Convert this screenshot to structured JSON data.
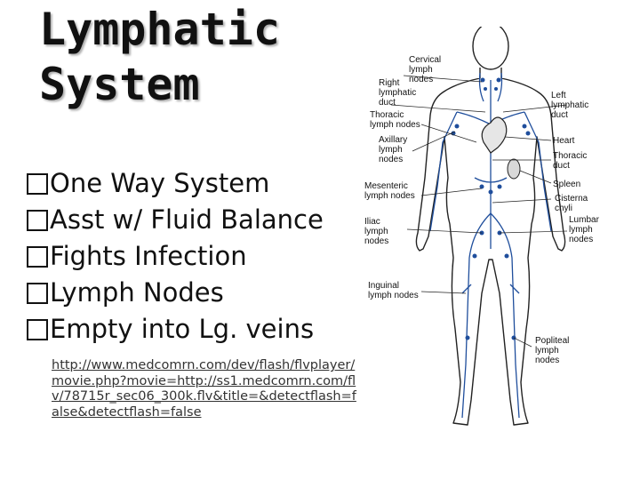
{
  "slide": {
    "title_line1": "Lymphatic",
    "title_line2": "System",
    "bullets": [
      "One Way System",
      "Asst w/ Fluid Balance",
      "Fights Infection",
      "Lymph Nodes",
      "Empty into Lg. veins"
    ],
    "link": "http://www.medcomrn.com/dev/flash/flvplayer/movie.php?movie=http://ss1.medcomrn.com/flv/78715r_sec06_300k.flv&title=&detectflash=false&detectflash=false"
  },
  "diagram": {
    "labels": {
      "cervical": [
        "Cervical",
        "lymph",
        "nodes"
      ],
      "right_duct": [
        "Right",
        "lymphatic",
        "duct"
      ],
      "thoracic_nodes": [
        "Thoracic",
        "lymph nodes"
      ],
      "axillary": [
        "Axillary",
        "lymph",
        "nodes"
      ],
      "mesenteric": [
        "Mesenteric",
        "lymph nodes"
      ],
      "iliac": [
        "Iliac",
        "lymph",
        "nodes"
      ],
      "inguinal": [
        "Inguinal",
        "lymph nodes"
      ],
      "popliteal": [
        "Popliteal",
        "lymph",
        "nodes"
      ],
      "left_duct": [
        "Left",
        "lymphatic",
        "duct"
      ],
      "heart": [
        "Heart"
      ],
      "thoracic_duct": [
        "Thoracic",
        "duct"
      ],
      "spleen": [
        "Spleen"
      ],
      "cisterna": [
        "Cisterna",
        "chyli"
      ],
      "lumbar": [
        "Lumbar",
        "lymph",
        "nodes"
      ]
    },
    "colors": {
      "outline": "#222222",
      "vessel": "#1f4e9c",
      "node": "#1f4e9c"
    }
  }
}
